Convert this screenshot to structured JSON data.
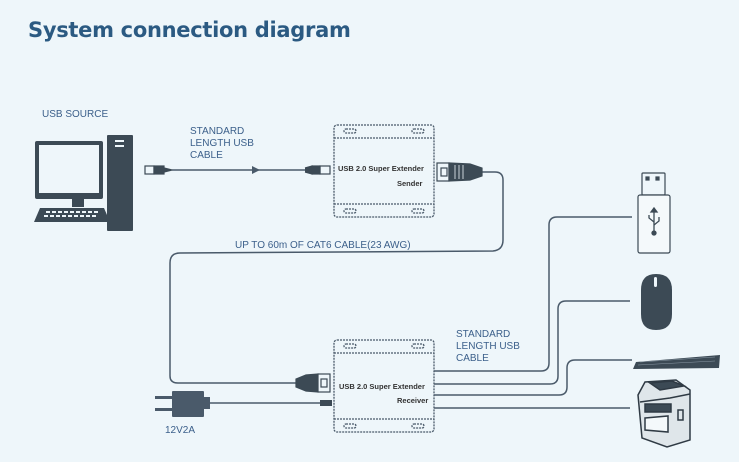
{
  "title": "System connection diagram",
  "labels": {
    "usb_source": "USB SOURCE",
    "standard_cable_top": [
      "STANDARD",
      "LENGTH USB",
      "CABLE"
    ],
    "cat6_cable": "UP TO 60m OF CAT6 CABLE(23 AWG)",
    "standard_cable_bottom": [
      "STANDARD",
      "LENGTH USB",
      "CABLE"
    ],
    "power": "12V2A"
  },
  "sender": {
    "line1": "USB 2.0 Super Extender",
    "line2": "Sender"
  },
  "receiver": {
    "line1": "USB 2.0 Super Extender",
    "line2": "Receiver"
  },
  "colors": {
    "title": "#2b5a82",
    "label": "#3b5f8a",
    "line": "#4a5a6a",
    "device": "#3c4a55",
    "background": "#eef6fa"
  }
}
